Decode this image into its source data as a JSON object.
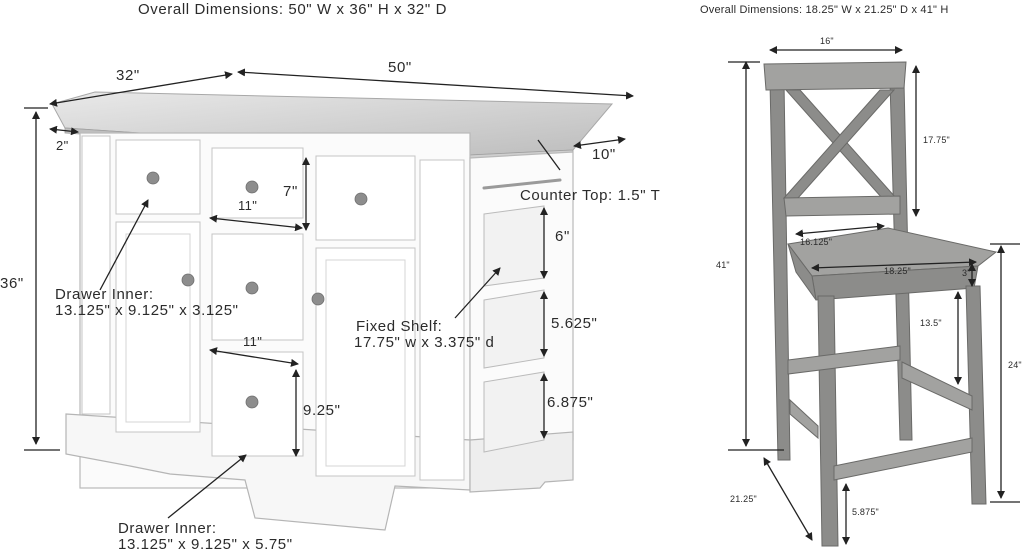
{
  "island": {
    "overall": "Overall Dimensions: 50\" W x 36\" H x 32\" D",
    "dim_depth": "32\"",
    "dim_width": "50\"",
    "dim_height": "36\"",
    "dim_overhang": "2\"",
    "dim_side_overhang": "10\"",
    "dim_drawer_height": "7\"",
    "dim_drawer_width_top": "11\"",
    "dim_drawer_width_bottom": "11\"",
    "dim_bottom_drawer_height": "9.25\"",
    "counter_top": "Counter Top: 1.5\" T",
    "shelf_gap_1": "6\"",
    "shelf_gap_2": "5.625\"",
    "shelf_gap_3": "6.875\"",
    "fixed_shelf_line1": "Fixed Shelf:",
    "fixed_shelf_line2": "17.75\" w x 3.375\" d",
    "drawer_inner_1_line1": "Drawer Inner:",
    "drawer_inner_1_line2": "13.125\" x 9.125\" x 3.125\"",
    "drawer_inner_2_line1": "Drawer Inner:",
    "drawer_inner_2_line2": "13.125\" x 9.125\" x 5.75\""
  },
  "stool": {
    "overall": "Overall Dimensions: 18.25\" W x 21.25\" D x 41\" H",
    "dim_back_width": "16\"",
    "dim_back_height": "17.75\"",
    "dim_total_height": "41\"",
    "dim_seat_depth": "16.125\"",
    "dim_seat_width": "18.25\"",
    "dim_seat_thickness": "3\"",
    "dim_rung_height": "13.5\"",
    "dim_seat_height": "24\"",
    "dim_depth": "21.25\"",
    "dim_foot": "5.875\""
  }
}
